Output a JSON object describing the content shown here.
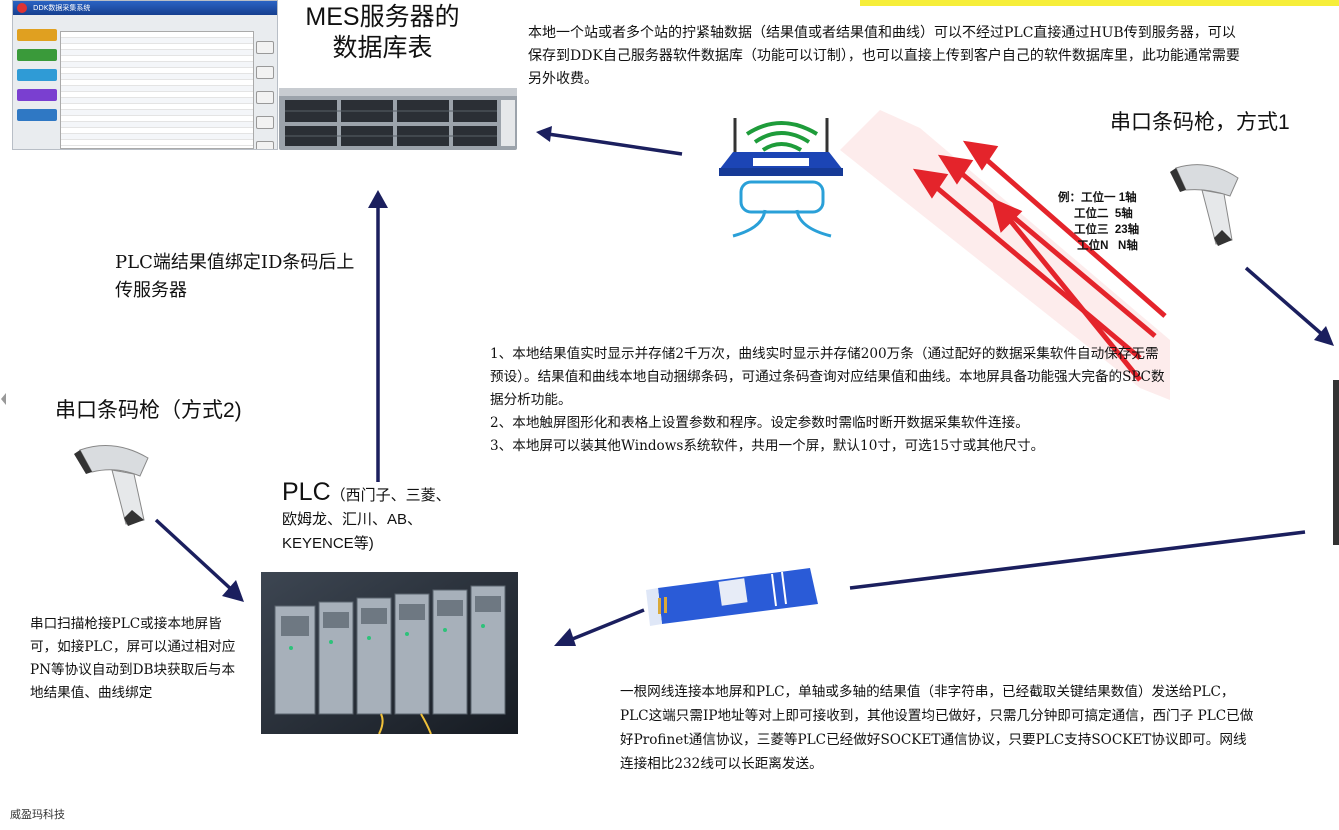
{
  "texts": {
    "mes_title": "MES服务器的数据库表",
    "server_note": "本地一个站或者多个站的拧紧轴数据（结果值或者结果值和曲线）可以不经过PLC直接通过HUB传到服务器，可以保存到DDK自己服务器软件数据库（功能可以订制），也可以直接上传到客户自己的软件数据库里，此功能通常需要另外收费。",
    "scanner_mode1": "串口条码枪，方式1",
    "example_lines": [
      "例：工位一 1轴",
      "     工位二  5轴",
      "     工位三  23轴",
      "      工位N   N轴"
    ],
    "plc_bind_note": "PLC端结果值绑定ID条码后上传服务器",
    "features_note": "1、本地结果值实时显示并存储2千万次，曲线实时显示并存储200万条（通过配好的数据采集软件自动保存无需预设）。结果值和曲线本地自动捆绑条码，可通过条码查询对应结果值和曲线。本地屏具备功能强大完备的SPC数据分析功能。\n 2、本地触屏图形化和表格上设置参数和程序。设定参数时需临时断开数据采集软件连接。\n3、本地屏可以装其他Windows系统软件，共用一个屏，默认10寸，可选15寸或其他尺寸。",
    "scanner_mode2": "串口条码枪（方式2)",
    "plc_title_big": "PLC",
    "plc_title_small": "（西门子、三菱、欧姆龙、汇川、AB、KEYENCE等)",
    "serial_note": "串口扫描枪接PLC或接本地屏皆可，如接PLC，屏可以通过相对应PN等协议自动到DB块获取后与本地结果值、曲线绑定",
    "network_note": "一根网线连接本地屏和PLC，单轴或多轴的结果值（非字符串，已经截取关键结果数值）发送给PLC，PLC这端只需IP地址等对上即可接收到，其他设置均已做好，只需几分钟即可搞定通信，西门子 PLC已做好Profinet通信协议，三菱等PLC已经做好SOCKET通信协议，只要PLC支持SOCKET协议即可。网线连接相比232线可以长距离发送。",
    "footer": "威盈玛科技",
    "db_window_title": "DDK数据采集系统"
  },
  "colors": {
    "arrow": "#1b1f5e",
    "red_signal": "#e4242b",
    "accent_yellow": "#f6ee3a",
    "db_titlebar": "#1f4fa8",
    "router_blue": "#1c45b5",
    "cable_blue": "#2a5bd7"
  },
  "icons": {
    "server": "rack-server-icon",
    "router": "wifi-router-icon",
    "hub": "network-hub-icon",
    "scanner": "barcode-scanner-icon",
    "plc": "plc-module-icon",
    "cable": "ethernet-cable-icon"
  }
}
